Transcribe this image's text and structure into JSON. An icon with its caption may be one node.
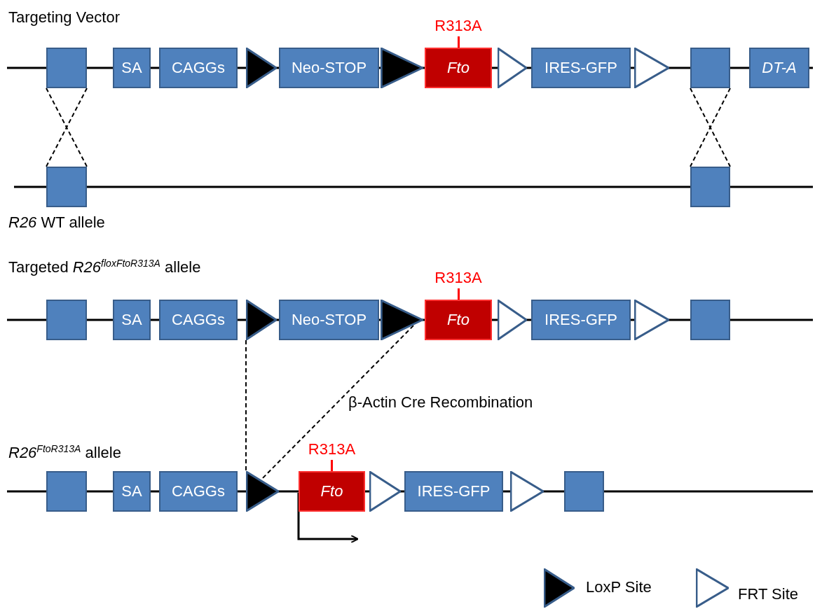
{
  "diagram": {
    "nodes": [
      {
        "text": [],
        "shape": "box"
      },
      {
        "text": [
          "SA"
        ]
      },
      {
        "text": [
          "CAGGs"
        ]
      },
      {
        "text": [],
        "shape": "triangle"
      },
      {
        "text": [
          "Neo-STOP"
        ]
      },
      {
        "text": [],
        "shape": "triangle"
      },
      {
        "text": [
          "Fto"
        ],
        "beside": [
          "R313A"
        ]
      },
      {
        "text": [],
        "shape": "triangle"
      },
      {
        "text": [
          "IRES-GFP"
        ]
      },
      {
        "text": [],
        "shape": "triangle"
      },
      {
        "text": [],
        "shape": "box"
      },
      {
        "text": [
          "DT-A"
        ]
      },
      {
        "text": [],
        "shape": "box"
      },
      {
        "text": [],
        "shape": "box"
      },
      {
        "text": [],
        "shape": "box"
      },
      {
        "text": [
          "SA"
        ]
      },
      {
        "text": [
          "CAGGs"
        ]
      },
      {
        "text": [],
        "shape": "triangle"
      },
      {
        "text": [
          "Neo-STOP"
        ]
      },
      {
        "text": [],
        "shape": "triangle"
      },
      {
        "text": [
          "Fto"
        ],
        "beside": [
          "R313A"
        ]
      },
      {
        "text": [],
        "shape": "triangle"
      },
      {
        "text": [
          "IRES-GFP"
        ]
      },
      {
        "text": [],
        "shape": "triangle"
      },
      {
        "text": [],
        "shape": "box"
      },
      {
        "text": [],
        "shape": "box"
      },
      {
        "text": [
          "SA"
        ]
      },
      {
        "text": [
          "CAGGs"
        ]
      },
      {
        "text": [],
        "shape": "triangle"
      },
      {
        "text": [
          "Fto"
        ],
        "beside": [
          "R313A"
        ]
      },
      {
        "text": [],
        "shape": "triangle"
      },
      {
        "text": [
          "IRES-GFP"
        ]
      },
      {
        "text": [],
        "shape": "triangle"
      },
      {
        "text": [],
        "shape": "box"
      }
    ],
    "edges": [
      {
        "from": 0,
        "to": 12,
        "arrow": "none",
        "style": "dashed"
      },
      {
        "from": 0,
        "to": 12,
        "arrow": "none",
        "style": "dashed"
      },
      {
        "from": 10,
        "to": 13,
        "arrow": "none",
        "style": "dashed"
      },
      {
        "from": 10,
        "to": 13,
        "arrow": "none",
        "style": "dashed"
      },
      {
        "from": 17,
        "to": 28,
        "arrow": "none",
        "style": "dashed"
      },
      {
        "from": 19,
        "to": 28,
        "arrow": "none",
        "style": "dashed",
        "label": "β-Actin Cre Recombination"
      }
    ],
    "labels": [
      "Targeting Vector",
      "*R26* WT allele",
      "Targeted *R26*$^{floxFtoR313A}$ allele",
      "*R26*$^{FtoR313A}$ allele"
    ],
    "legend": [
      {
        "text": "LoxP Site"
      },
      {
        "text": "FRT Site"
      }
    ]
  }
}
